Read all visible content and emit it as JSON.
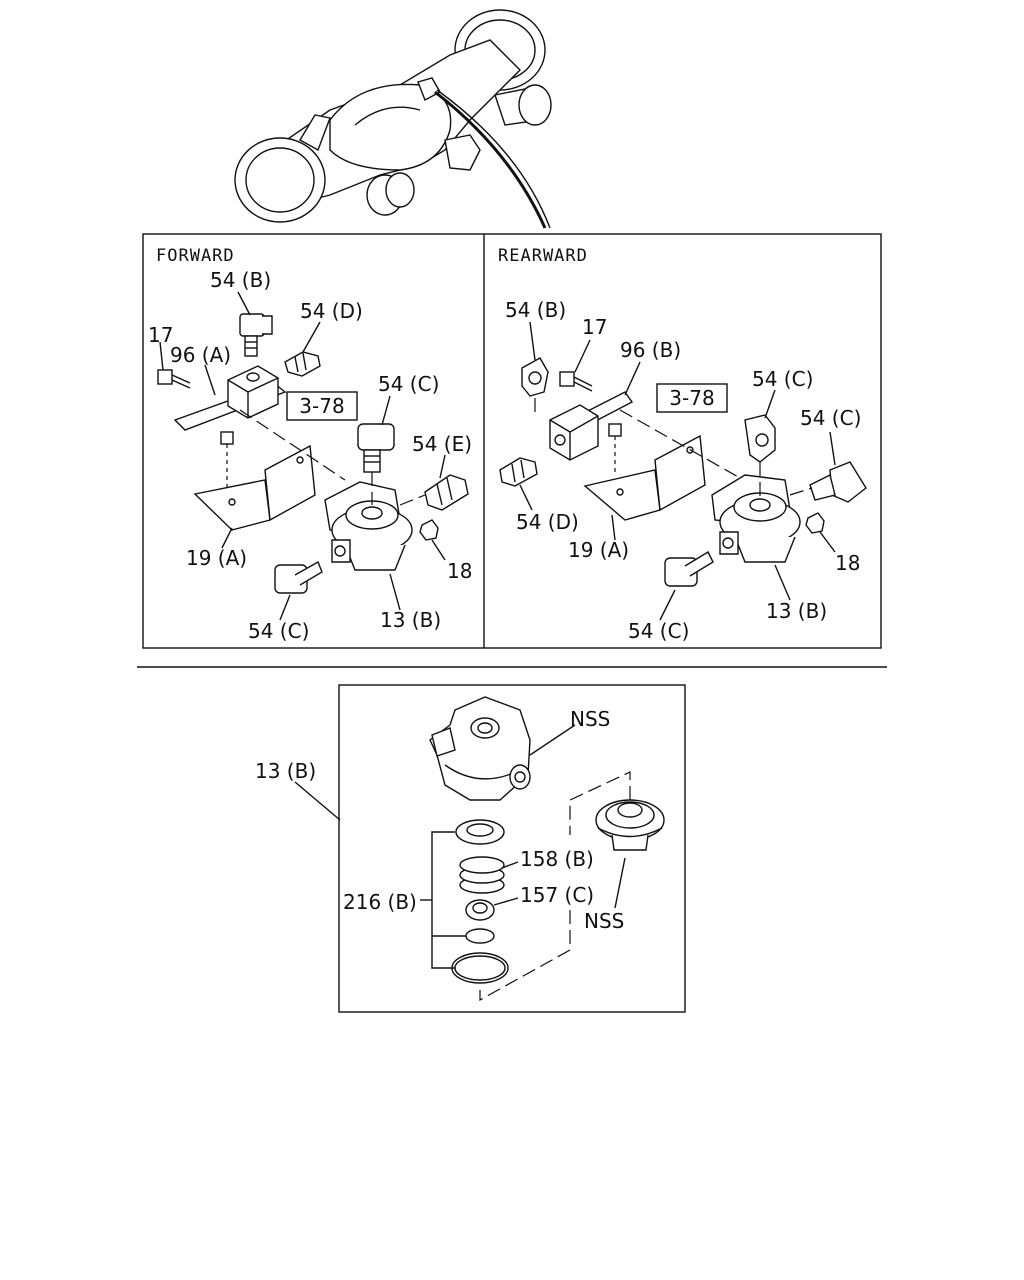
{
  "panels": {
    "forward": {
      "header": "FORWARD",
      "ref_box": "3-78",
      "callouts": {
        "p54b": "54 (B)",
        "p54d": "54 (D)",
        "p17": "17",
        "p96a": "96 (A)",
        "p54c_top": "54 (C)",
        "p54e": "54 (E)",
        "p19a": "19 (A)",
        "p18": "18",
        "p54c_bottom": "54 (C)",
        "p13b": "13 (B)"
      }
    },
    "rearward": {
      "header": "REARWARD",
      "ref_box": "3-78",
      "callouts": {
        "p54b": "54 (B)",
        "p17": "17",
        "p96b": "96 (B)",
        "p54c_top": "54 (C)",
        "p54c_right": "54 (C)",
        "p54d": "54 (D)",
        "p19a": "19 (A)",
        "p18": "18",
        "p54c_bottom": "54 (C)",
        "p13b": "13 (B)"
      }
    }
  },
  "detail": {
    "assembly_label": "13 (B)",
    "callouts": {
      "nss_top": "NSS",
      "p158b": "158 (B)",
      "p216b": "216 (B)",
      "p157c": "157 (C)",
      "nss_bottom": "NSS"
    }
  }
}
